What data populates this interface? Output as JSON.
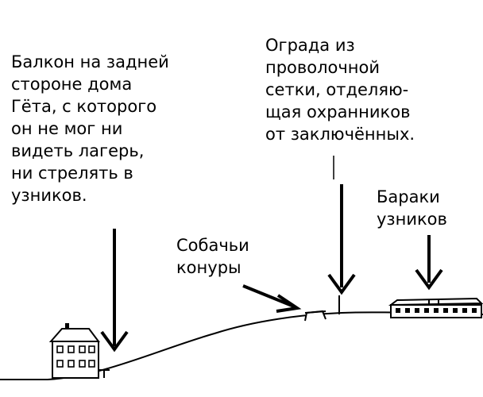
{
  "labels": {
    "balcony": [
      "Балкон на задней",
      "стороне дома",
      "Гёта, с которого",
      "он не мог ни",
      "видеть лагерь,",
      "ни стрелять в",
      "узников."
    ],
    "fence": [
      "Ограда из",
      "проволочной",
      "сетки, отделяю-",
      "щая охранников",
      "от заключённых."
    ],
    "kennels": [
      "Собачьи",
      "конуры"
    ],
    "barracks": [
      "Бараки",
      "узников"
    ]
  },
  "colors": {
    "ink": "#000000",
    "paper": "#ffffff"
  }
}
